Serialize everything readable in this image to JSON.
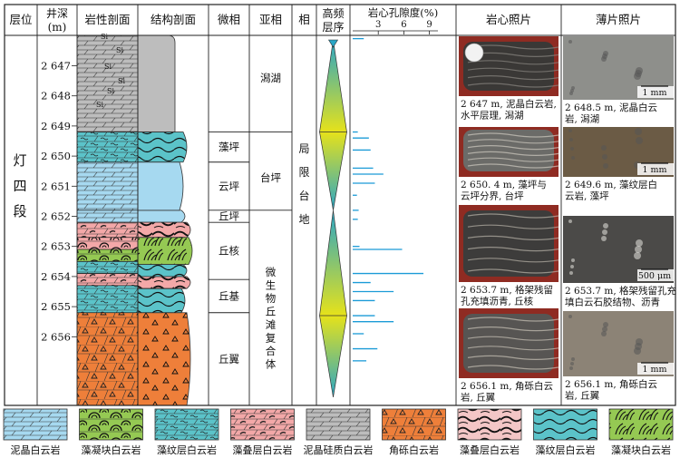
{
  "headers": {
    "layer": "层位",
    "depth": "井深\n(m)",
    "litho": "岩性剖面",
    "struct": "结构剖面",
    "micro": "微相",
    "sub": "亚相",
    "facies": "相",
    "hf": "高频\n层序",
    "por": "岩心孔隙度(%)",
    "core": "岩心照片",
    "thin": "薄片照片"
  },
  "por_ticks": [
    "3",
    "6",
    "9"
  ],
  "stratum_label": [
    "灯",
    "四",
    "段"
  ],
  "depth_ticks": [
    "2 647",
    "2 648",
    "2 649",
    "2 650",
    "2 651",
    "2 652",
    "2 653",
    "2 654",
    "2 655",
    "2 656"
  ],
  "litho_si_label": "Si",
  "micro_facies": [
    "藻坪",
    "云坪",
    "丘坪",
    "丘核",
    "丘基",
    "丘翼"
  ],
  "sub_facies": [
    "潟湖",
    "台坪",
    "微生物丘滩复合体"
  ],
  "facies_name": [
    "局",
    "限",
    "台",
    "地"
  ],
  "porosity_data": [
    {
      "depth": 2646.1,
      "value": 1.3
    },
    {
      "depth": 2649.2,
      "value": 0.6
    },
    {
      "depth": 2649.4,
      "value": 1.9
    },
    {
      "depth": 2649.8,
      "value": 2.1
    },
    {
      "depth": 2650.4,
      "value": 2.4
    },
    {
      "depth": 2650.6,
      "value": 3.6
    },
    {
      "depth": 2650.9,
      "value": 2.6
    },
    {
      "depth": 2651.3,
      "value": 0.5
    },
    {
      "depth": 2651.8,
      "value": 0.7
    },
    {
      "depth": 2652.1,
      "value": 0.6
    },
    {
      "depth": 2653.0,
      "value": 0.8
    },
    {
      "depth": 2653.1,
      "value": 5.8
    },
    {
      "depth": 2653.9,
      "value": 8.3
    },
    {
      "depth": 2654.2,
      "value": 2.1
    },
    {
      "depth": 2654.5,
      "value": 4.8
    },
    {
      "depth": 2654.8,
      "value": 2.6
    },
    {
      "depth": 2655.3,
      "value": 2.6
    },
    {
      "depth": 2655.5,
      "value": 4.8
    },
    {
      "depth": 2655.9,
      "value": 1.3
    },
    {
      "depth": 2656.4,
      "value": 2.9
    },
    {
      "depth": 2656.8,
      "value": 1.6
    }
  ],
  "core_captions": [
    "2 647 m, 泥晶白云岩,\n水平层理, 潟湖",
    "2 650. 4 m, 藻坪与\n云坪分界, 台坪",
    "2 653.7 m, 格架残留\n孔充填沥青, 丘核",
    "2 656.1 m, 角砾白云\n岩, 丘翼"
  ],
  "thin_captions": [
    "2 648.5 m, 泥晶白云\n岩, 潟湖",
    "2 649.6 m, 藻纹层白\n云岩, 藻坪",
    "2 653.7 m, 格架残留孔充\n填白云石胶结物、沥青",
    "2 656.1 m, 角砾白云\n岩, 丘翼"
  ],
  "scale_labels": [
    "1 mm",
    "1 mm",
    "500 μm",
    "1 mm"
  ],
  "legend": [
    "泥晶白云岩",
    "藻凝块白云岩",
    "藻纹层白云岩",
    "藻叠层白云岩",
    "泥晶硅质白云岩",
    "角砾白云岩",
    "藻叠层白云岩",
    "藻纹层白云岩",
    "藻凝块白云岩"
  ],
  "colors": {
    "cyan": "#5bc3c9",
    "pink": "#f3a8a8",
    "orange": "#ee7f3a",
    "green": "#95c953",
    "lightblue": "#a6d9f0",
    "gray": "#bdbdbd",
    "por_line": "#1b9bd7"
  }
}
